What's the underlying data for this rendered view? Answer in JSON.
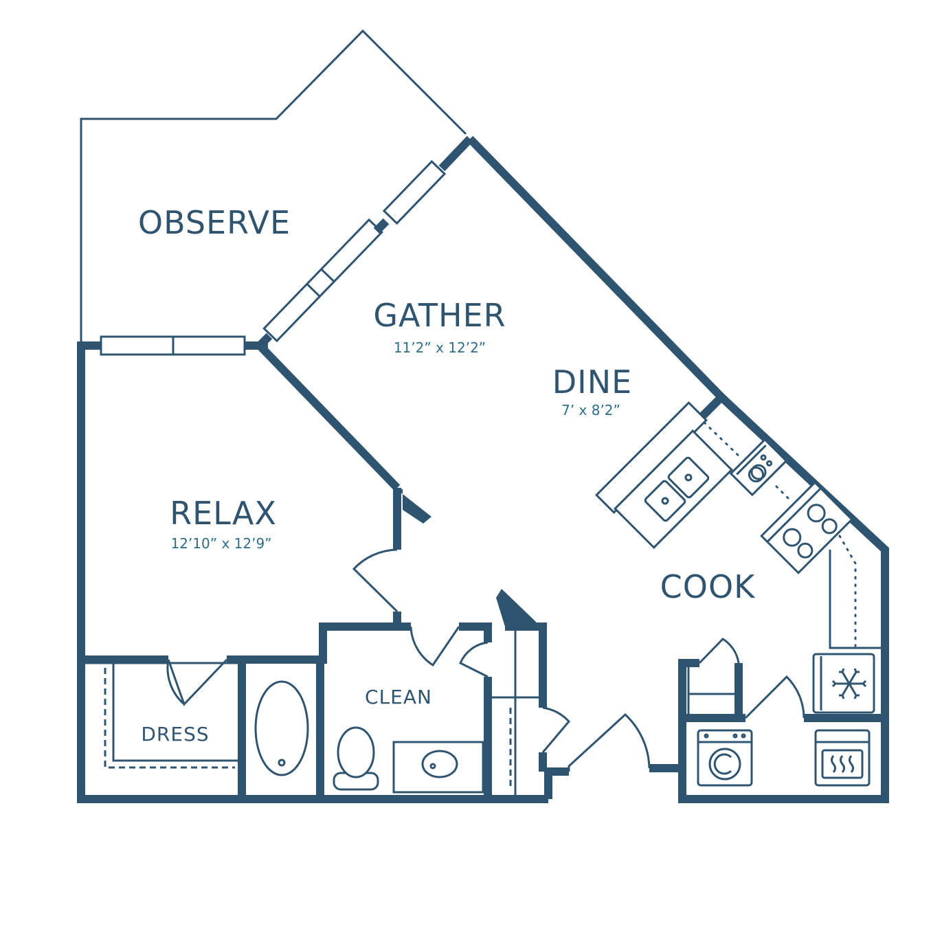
{
  "plan": {
    "colors": {
      "wall": "#2f5470",
      "dimension_text": "#2e6e88",
      "background": "#ffffff"
    },
    "rooms": {
      "observe": {
        "name": "OBSERVE"
      },
      "gather": {
        "name": "GATHER",
        "dimensions": "11’2” x 12’2”"
      },
      "dine": {
        "name": "DINE",
        "dimensions": "7’ x 8’2”"
      },
      "relax": {
        "name": "RELAX",
        "dimensions": "12’10” x 12’9”"
      },
      "cook": {
        "name": "COOK"
      },
      "clean": {
        "name": "CLEAN"
      },
      "dress": {
        "name": "DRESS"
      }
    },
    "fixtures": [
      "bathtub-icon",
      "toilet-icon",
      "sink-icon",
      "kitchen-sink-icon",
      "dishwasher-icon",
      "stove-icon",
      "refrigerator-icon",
      "washer-icon",
      "dryer-icon"
    ]
  }
}
